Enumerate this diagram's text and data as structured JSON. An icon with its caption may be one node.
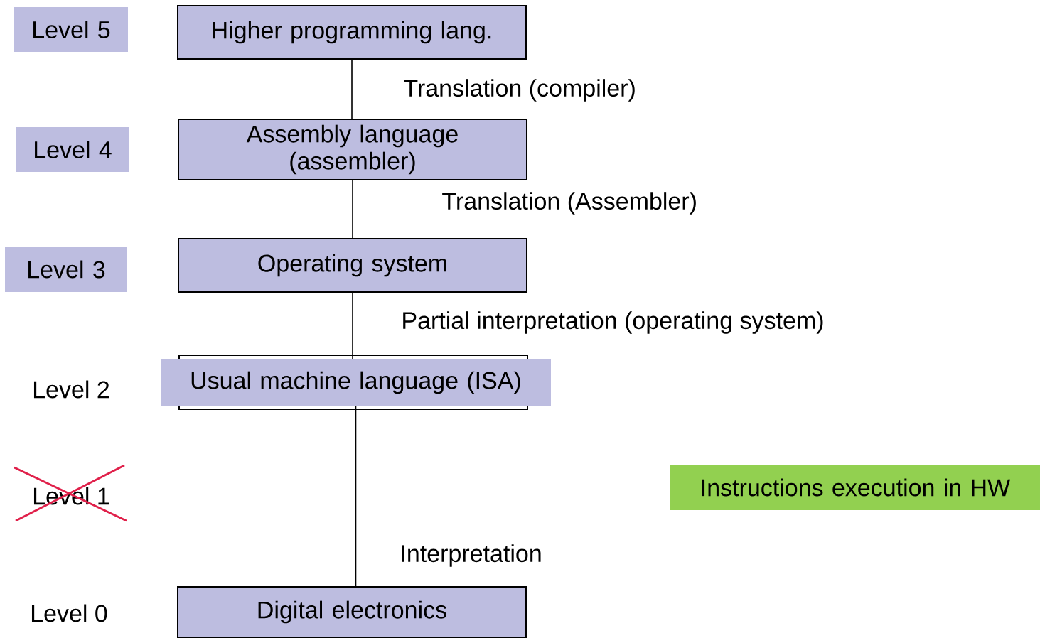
{
  "diagram": {
    "nodes": [
      {
        "text": [
          "Level 5"
        ]
      },
      {
        "text": [
          "Higher programming lang."
        ]
      },
      {
        "text": [
          "Level 4"
        ]
      },
      {
        "text": [
          "Assembly language (assembler)"
        ]
      },
      {
        "text": [
          "Level 3"
        ]
      },
      {
        "text": [
          "Operating system"
        ]
      },
      {
        "text": [
          "Usual machine language (ISA)"
        ]
      },
      {
        "text": [
          "Instructions execution in HW"
        ]
      },
      {
        "text": [
          "Digital electronics"
        ]
      }
    ],
    "edges": [
      {
        "from": 1,
        "to": 3,
        "arrow": "none",
        "label": "Translation (compiler)"
      },
      {
        "from": 3,
        "to": 5,
        "arrow": "none",
        "label": "Translation (Assembler)"
      },
      {
        "from": 5,
        "to": 6,
        "arrow": "none",
        "label": "Partial interpretation (operating system)"
      },
      {
        "from": 6,
        "to": 8,
        "arrow": "none",
        "label": "Interpretation"
      }
    ],
    "labels": [
      "Level 2",
      "Level 1",
      "Level 0"
    ]
  }
}
